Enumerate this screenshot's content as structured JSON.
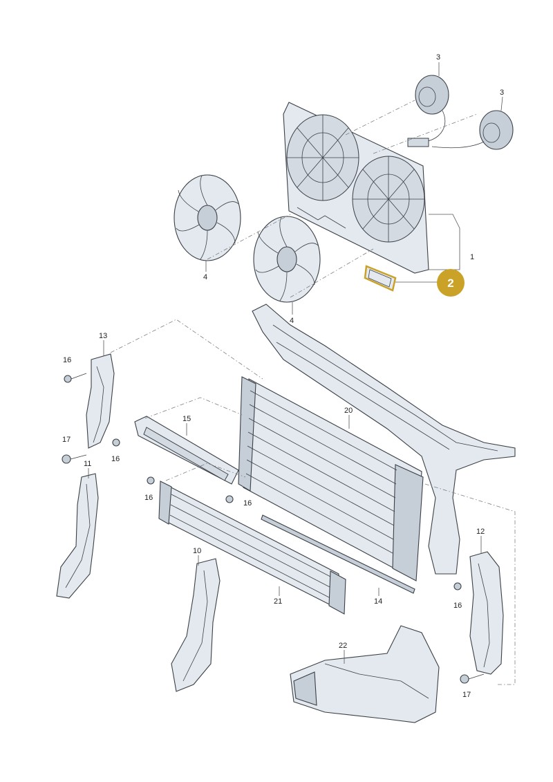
{
  "callouts": {
    "c1": "1",
    "c2": "2",
    "c3a": "3",
    "c3b": "3",
    "c4a": "4",
    "c4b": "4",
    "c10": "10",
    "c11": "11",
    "c12": "12",
    "c13": "13",
    "c14": "14",
    "c15": "15",
    "c16a": "16",
    "c16b": "16",
    "c16c": "16",
    "c16d": "16",
    "c16e": "16",
    "c17a": "17",
    "c17b": "17",
    "c20": "20",
    "c21": "21",
    "c22": "22"
  },
  "colors": {
    "highlight": "#c9a227",
    "part": "#e4e9ef",
    "outline": "#3a3f46"
  }
}
